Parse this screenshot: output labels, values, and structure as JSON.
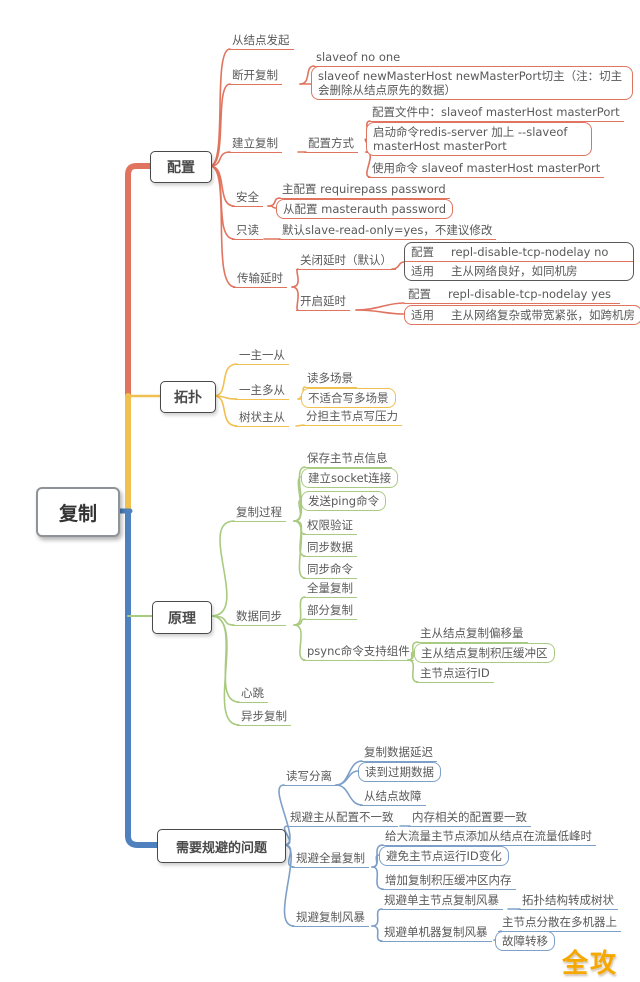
{
  "root_label": "复制",
  "watermark": "全攻略",
  "colors": {
    "config_red": "#e0745f",
    "topology_yellow": "#f0c051",
    "principle_green": "#a9cb81",
    "issues_blue": "#7d9fc8",
    "trunk_blue": "#4e81bd",
    "watermark_gold": "#f5a800"
  },
  "config": {
    "label": "配置",
    "from_node": "从结点发起",
    "disconnect": {
      "label": "断开复制",
      "no_one": "slaveof no one",
      "switch_master": "slaveof newMasterHost newMasterPort切主（注：切主会删除从结点原先的数据）"
    },
    "establish": {
      "label": "建立复制",
      "method": {
        "label": "配置方式",
        "file": "配置文件中：slaveof masterHost masterPort",
        "startup": "启动命令redis-server 加上 --slaveof masterHost masterPort",
        "command": "使用命令 slaveof masterHost masterPort"
      }
    },
    "security": {
      "label": "安全",
      "master": "主配置 requirepass password",
      "slave": "从配置 masterauth password"
    },
    "readonly": {
      "label": "只读",
      "value": "默认slave-read-only=yes，不建议修改"
    },
    "delay": {
      "label": "传输延时",
      "off": {
        "label": "关闭延时（默认）",
        "config_k": "配置",
        "config_v": "repl-disable-tcp-nodelay no",
        "apply_k": "适用",
        "apply_v": "主从网络良好，如同机房"
      },
      "on": {
        "label": "开启延时",
        "config_k": "配置",
        "config_v": "repl-disable-tcp-nodelay yes",
        "apply_k": "适用",
        "apply_v": "主从网络复杂或带宽紧张，如跨机房"
      }
    }
  },
  "topology": {
    "label": "拓扑",
    "one_one": "一主一从",
    "one_many": {
      "label": "一主多从",
      "read": "读多场景",
      "write": "不适合写多场景"
    },
    "tree": {
      "label": "树状主从",
      "value": "分担主节点写压力"
    }
  },
  "principle": {
    "label": "原理",
    "process": {
      "label": "复制过程",
      "steps": [
        "保存主节点信息",
        "建立socket连接",
        "发送ping命令",
        "权限验证",
        "同步数据",
        "同步命令"
      ]
    },
    "sync": {
      "label": "数据同步",
      "full": "全量复制",
      "partial": "部分复制",
      "psync": {
        "label": "psync命令支持组件",
        "items": [
          "主从结点复制偏移量",
          "主从结点复制积压缓冲区",
          "主节点运行ID"
        ]
      }
    },
    "heartbeat": "心跳",
    "async": "异步复制"
  },
  "issues": {
    "label": "需要规避的问题",
    "rw_split": {
      "label": "读写分离",
      "items": [
        "复制数据延迟",
        "读到过期数据",
        "从结点故障"
      ]
    },
    "config_mismatch": {
      "label": "规避主从配置不一致",
      "value": "内存相关的配置要一致"
    },
    "full_copy": {
      "label": "规避全量复制",
      "items": [
        "给大流量主节点添加从结点在流量低峰时",
        "避免主节点运行ID变化",
        "增加复制积压缓冲区内存"
      ]
    },
    "storm": {
      "label": "规避复制风暴",
      "single_node": {
        "label": "规避单主节点复制风暴",
        "value": "拓扑结构转成树状"
      },
      "single_machine": {
        "label": "规避单机器复制风暴",
        "items": [
          "主节点分散在多机器上",
          "故障转移"
        ]
      }
    }
  }
}
